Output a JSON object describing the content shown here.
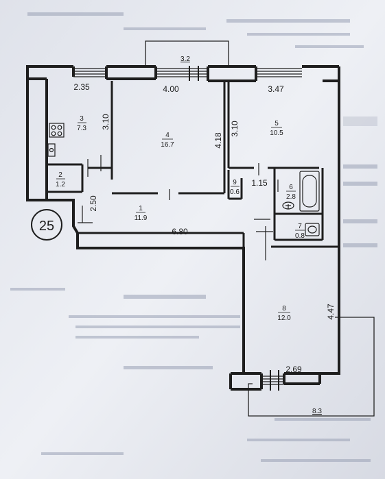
{
  "plan_number": "25",
  "dimensions": {
    "balcony_top": "3.2",
    "balcony_bottom": "8.3",
    "room3_width": "2.35",
    "room4_width": "4.00",
    "room5_width": "3.47",
    "room3_height": "3.10",
    "room4_height": "4.18",
    "room5_height": "3.10",
    "hall_height": "2.50",
    "hall_length": "6.80",
    "corridor_width": "1.15",
    "room8_width": "2.69",
    "room8_height": "4.47"
  },
  "rooms": [
    {
      "number": "1",
      "area": "11.9"
    },
    {
      "number": "2",
      "area": "1.2"
    },
    {
      "number": "3",
      "area": "7.3"
    },
    {
      "number": "4",
      "area": "16.7"
    },
    {
      "number": "5",
      "area": "10.5"
    },
    {
      "number": "6",
      "area": "2.8"
    },
    {
      "number": "7",
      "area": "0.8"
    },
    {
      "number": "8",
      "area": "12.0"
    },
    {
      "number": "9",
      "area": "0.6"
    }
  ],
  "colors": {
    "paper": "#eceff5",
    "wall_line": "#1e1e1e",
    "faint_print": "#9aa0b4"
  },
  "icons": [
    "stove-icon",
    "sink-icon",
    "bathtub-icon",
    "toilet-icon",
    "washbasin-icon"
  ]
}
